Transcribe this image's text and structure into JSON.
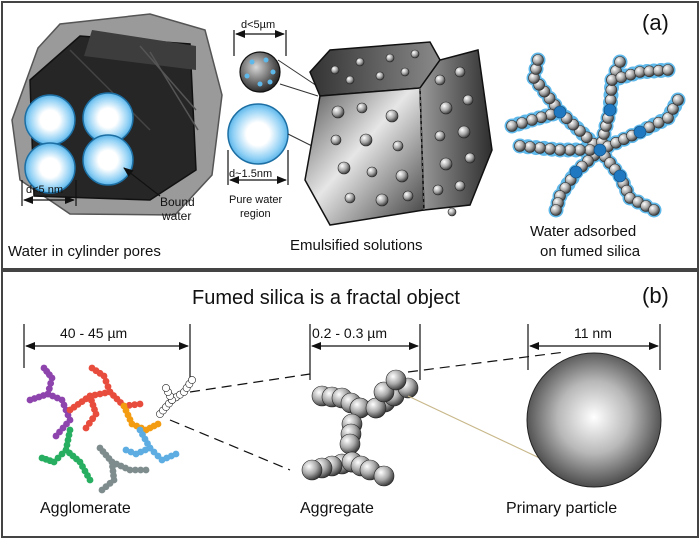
{
  "panel_a": {
    "tag": "(a)",
    "cylinder": {
      "d_label": "d<5 nm",
      "bound_line1": "Bound",
      "bound_line2": "water",
      "caption": "Water in cylinder pores"
    },
    "droplet": {
      "d_small": "d<5µm",
      "d_large": "d~1.5nm",
      "pure_line1": "Pure water",
      "pure_line2": "region"
    },
    "emulsion": {
      "caption": "Emulsified solutions"
    },
    "silica": {
      "caption_line1": "Water adsorbed",
      "caption_line2": "on fumed silica"
    }
  },
  "panel_b": {
    "tag": "(b)",
    "title": "Fumed silica is a fractal object",
    "agglomerate": {
      "size": "40 - 45 µm",
      "caption": "Agglomerate"
    },
    "aggregate": {
      "size": "0.2 - 0.3 µm",
      "caption": "Aggregate"
    },
    "primary": {
      "size": "11 nm",
      "caption": "Primary particle"
    }
  },
  "colors": {
    "frame": "#444444",
    "pore_dark": "#2b2b2b",
    "water_blue": "#5fb8ea",
    "silica_blue": "#1f78c0",
    "agglomerate_colors": [
      "#8e44ad",
      "#e74c3c",
      "#f39c12",
      "#5dade2",
      "#27ae60",
      "#7f8c8d"
    ]
  }
}
